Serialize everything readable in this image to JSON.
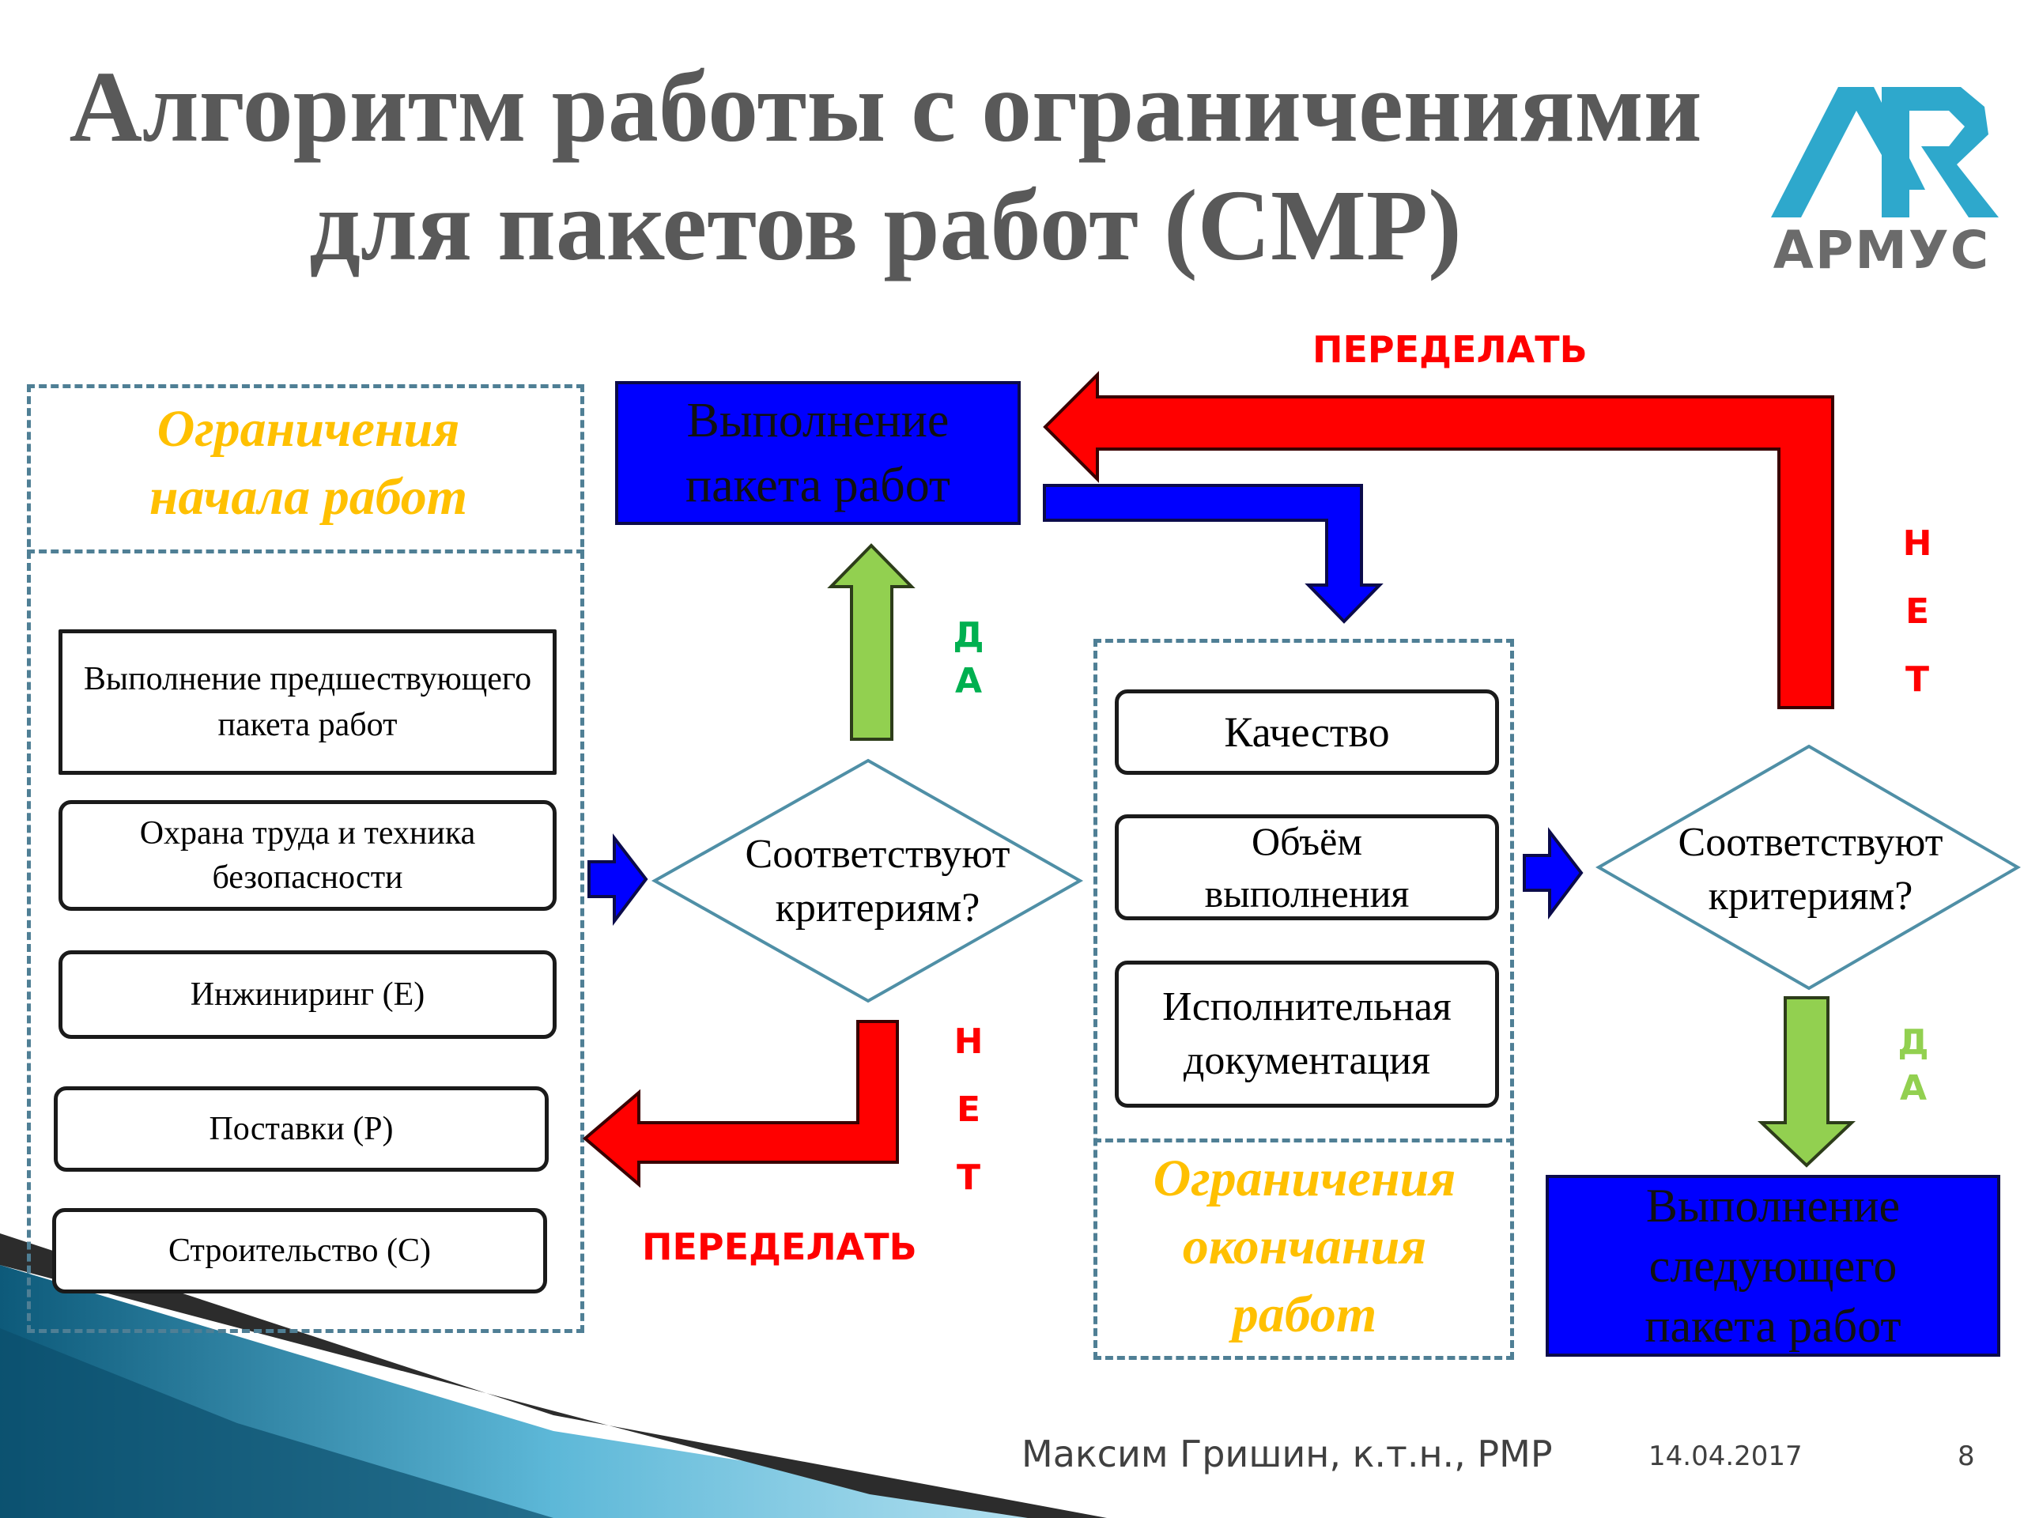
{
  "slide": {
    "title_line1": "Алгоритм работы с ограничениями",
    "title_line2": "для пакетов работ (СМР)",
    "logo_text": "АРМУС",
    "footer": {
      "author": "Максим Гришин, к.т.н., PMP",
      "date": "14.04.2017",
      "page": "8"
    }
  },
  "diagram": {
    "start_panel": {
      "title_line1": "Ограничения",
      "title_line2": "начала работ",
      "items": [
        "Выполнение предшествующего пакета работ",
        "Охрана труда и техника безопасности",
        "Инжиниринг (E)",
        "Поставки (P)",
        "Строительство (C)"
      ]
    },
    "exec_box": {
      "line1": "Выполнение",
      "line2": "пакета работ"
    },
    "decision1": {
      "line1": "Соответствуют",
      "line2": "критериям?"
    },
    "decision2": {
      "line1": "Соответствуют",
      "line2": "критериям?"
    },
    "end_panel": {
      "items": [
        "Качество",
        "Объём выполнения",
        "Исполнительная документация"
      ],
      "title_line1": "Ограничения",
      "title_line2": "окончания",
      "title_line3": "работ"
    },
    "next_box": {
      "line1": "Выполнение",
      "line2": "следующего",
      "line3": "пакета работ"
    },
    "labels": {
      "redo_top": "ПЕРЕДЕЛАТЬ",
      "redo_bottom": "ПЕРЕДЕЛАТЬ",
      "yes1": [
        "Д",
        "А"
      ],
      "no1": [
        "Н",
        "Е",
        "Т"
      ],
      "no2": [
        "Н",
        "Е",
        "Т"
      ],
      "yes2": [
        "Д",
        "А"
      ]
    },
    "colors": {
      "red_arrow": "#ff0000",
      "blue_arrow": "#0000ff",
      "green_arrow": "#92d050",
      "blue_box": "#0000ff",
      "orange_text": "#ffc000",
      "yes_green": "#00b050",
      "yes_light_green": "#92d050",
      "no_red": "#ff0000",
      "dash_border": "#4f7f95"
    }
  }
}
